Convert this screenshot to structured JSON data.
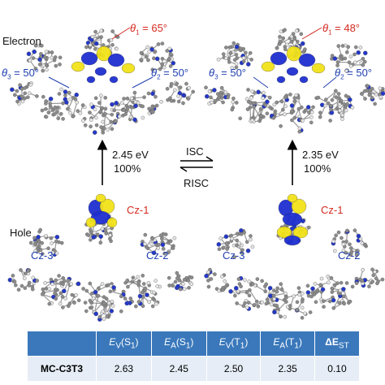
{
  "labels": {
    "electron": "Electron",
    "hole": "Hole",
    "isc": "ISC",
    "risc": "RISC",
    "s1_energy": "2.45 eV",
    "s1_percent": "100%",
    "t1_energy": "2.35 eV",
    "t1_percent": "100%"
  },
  "angles": {
    "left_theta1": "65°",
    "left_theta2": "50°",
    "left_theta3": "50°",
    "right_theta1": "48°",
    "right_theta2": "50°",
    "right_theta3": "50°"
  },
  "fragments": {
    "left_cz1": "Cz-1",
    "left_cz2": "Cz-2",
    "left_cz3": "Cz-3",
    "right_cz1": "Cz-1",
    "right_cz2": "Cz-2",
    "right_cz3": "Cz-3"
  },
  "table": {
    "headers": [
      {
        "main": "E",
        "sub1": "V",
        "mid": "(S",
        "sub2": "1",
        "end": ")"
      },
      {
        "main": "E",
        "sub1": "A",
        "mid": "(S",
        "sub2": "1",
        "end": ")"
      },
      {
        "main": "E",
        "sub1": "V",
        "mid": "(T",
        "sub2": "1",
        "end": ")"
      },
      {
        "main": "E",
        "sub1": "A",
        "mid": "(T",
        "sub2": "1",
        "end": ")"
      },
      {
        "main": "ΔE",
        "sub1": "ST",
        "mid": "",
        "sub2": "",
        "end": ""
      }
    ],
    "row": {
      "name": "MC-C3T3",
      "values": [
        "2.63",
        "2.45",
        "2.50",
        "2.35",
        "0.10"
      ]
    }
  },
  "colors": {
    "orbital_positive": "#1e2fd0",
    "orbital_negative": "#f2e21a",
    "angle_red": "#d42a20",
    "fragment_blue": "#1f3fb0",
    "table_header": "#3a78bb",
    "table_row": "#e6edf6"
  }
}
